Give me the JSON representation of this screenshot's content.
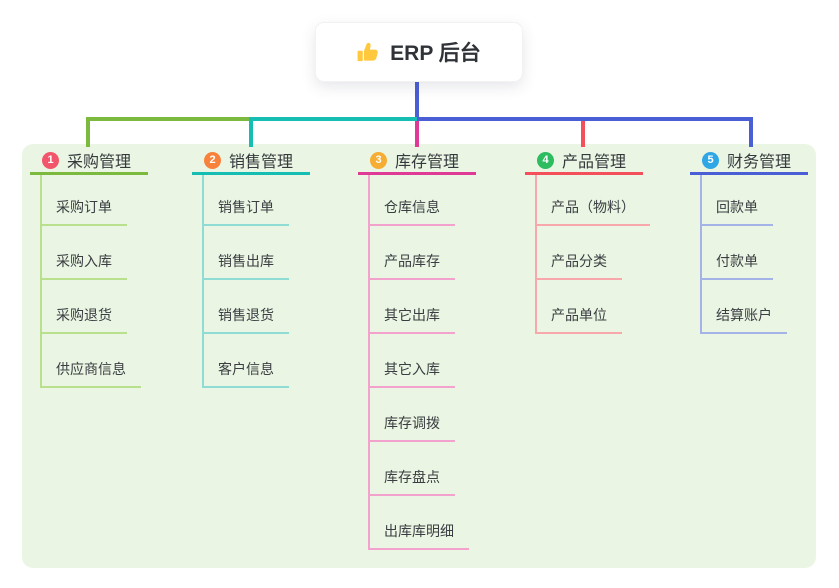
{
  "root": {
    "title": "ERP 后台",
    "icon": "thumbs-up-icon",
    "icon_color": "#FFC83D",
    "line_color": "#4A5ED5"
  },
  "panel": {
    "background": "#EAF6E3"
  },
  "branches": [
    {
      "num": "1",
      "label": "采购管理",
      "badge_color": "#F2566A",
      "line_color": "#7CBA3F",
      "light_color": "#B9E08D",
      "items": [
        "采购订单",
        "采购入库",
        "采购退货",
        "供应商信息"
      ]
    },
    {
      "num": "2",
      "label": "销售管理",
      "badge_color": "#F8823C",
      "line_color": "#16BDB2",
      "light_color": "#8FDCD5",
      "items": [
        "销售订单",
        "销售出库",
        "销售退货",
        "客户信息"
      ]
    },
    {
      "num": "3",
      "label": "库存管理",
      "badge_color": "#F5AD33",
      "line_color": "#E03A97",
      "light_color": "#F2A2CC",
      "items": [
        "仓库信息",
        "产品库存",
        "其它出库",
        "其它入库",
        "库存调拨",
        "库存盘点",
        "出库库明细"
      ]
    },
    {
      "num": "4",
      "label": "产品管理",
      "badge_color": "#2DBD60",
      "line_color": "#F4505B",
      "light_color": "#F8A7AB",
      "items": [
        "产品（物料）",
        "产品分类",
        "产品单位"
      ]
    },
    {
      "num": "5",
      "label": "财务管理",
      "badge_color": "#2FA7E4",
      "line_color": "#4A5ED5",
      "light_color": "#A3B3E8",
      "items": [
        "回款单",
        "付款单",
        "结算账户"
      ]
    }
  ]
}
